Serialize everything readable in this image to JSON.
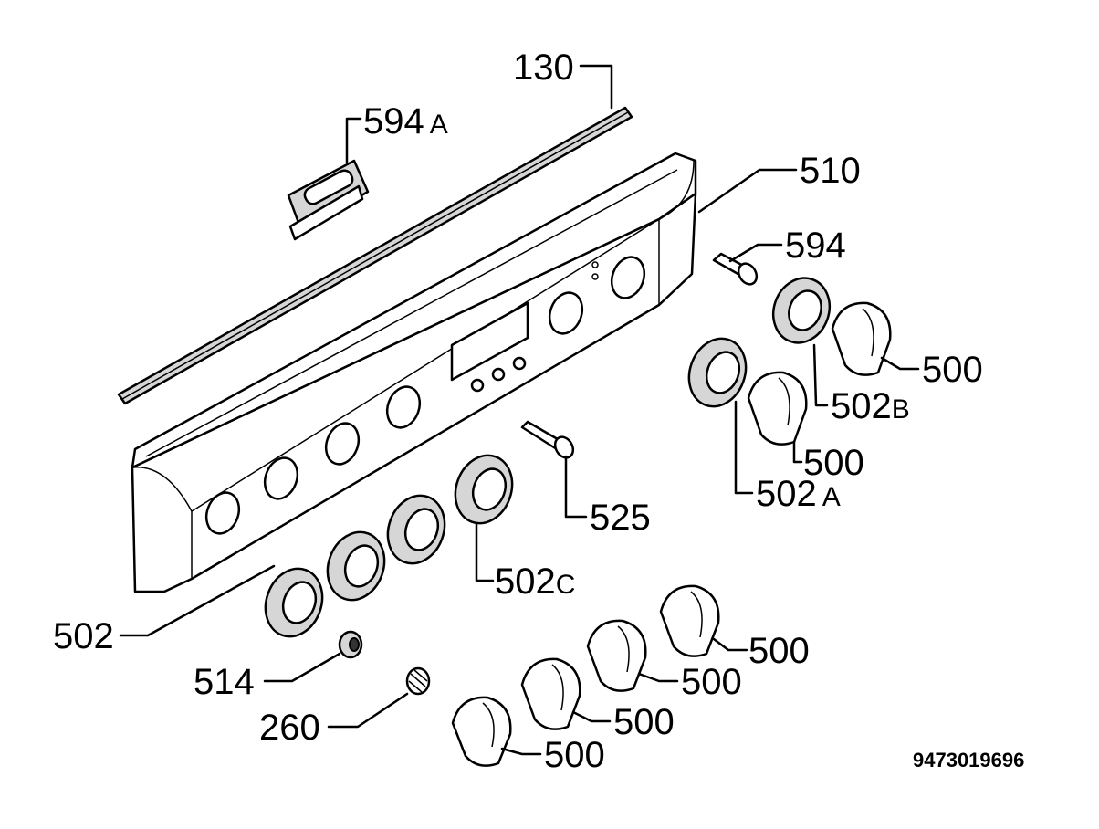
{
  "labels": {
    "strip": "130",
    "bracket": "594",
    "bracket_suffix": "A",
    "panel": "510",
    "lamp": "594",
    "knob_right_b": "500",
    "ring_b": "502",
    "ring_b_suffix": "B",
    "knob_right_a": "500",
    "ring_a": "502",
    "ring_a_suffix": "A",
    "screw": "525",
    "ring_c": "502",
    "ring_c_suffix": "C",
    "rings_row": "502",
    "knob_row_1": "500",
    "knob_row_2": "500",
    "knob_row_3": "500",
    "knob_row_4": "500",
    "nut": "514",
    "spring": "260"
  },
  "drawing_code": "9473019696"
}
